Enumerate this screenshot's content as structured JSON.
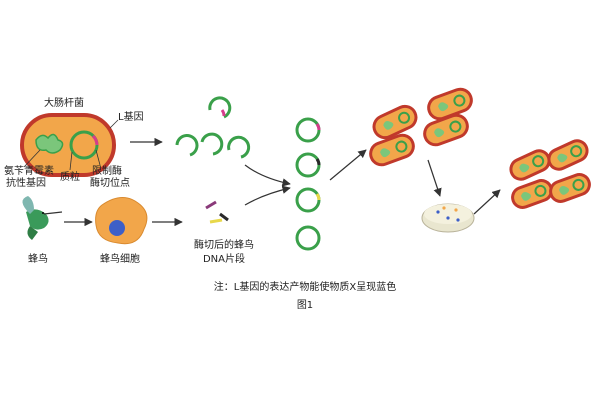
{
  "labels": {
    "ecoli": "大肠杆菌",
    "l_gene": "L基因",
    "resistance_line1": "氨苄青霉素",
    "resistance_line2": "抗性基因",
    "plasmid": "质粒",
    "site_line1": "限制酶",
    "site_line2": "酶切位点",
    "hummingbird": "蜂鸟",
    "hummingbird_cell": "蜂鸟细胞",
    "fragment_line1": "酶切后的蜂鸟",
    "fragment_line2": "DNA片段"
  },
  "note": "注：L基因的表达产物能使物质X呈现蓝色",
  "figure_caption": "图1",
  "colors": {
    "cell_wall": "#c0392b",
    "cytoplasm": "#f2a64a",
    "plasmid_ring": "#3aa04a",
    "l_gene_segment": "#d63c8c",
    "dna_insert": "#e8d84a",
    "arrow": "#333333",
    "colony_plate": "#e9e6cf"
  }
}
